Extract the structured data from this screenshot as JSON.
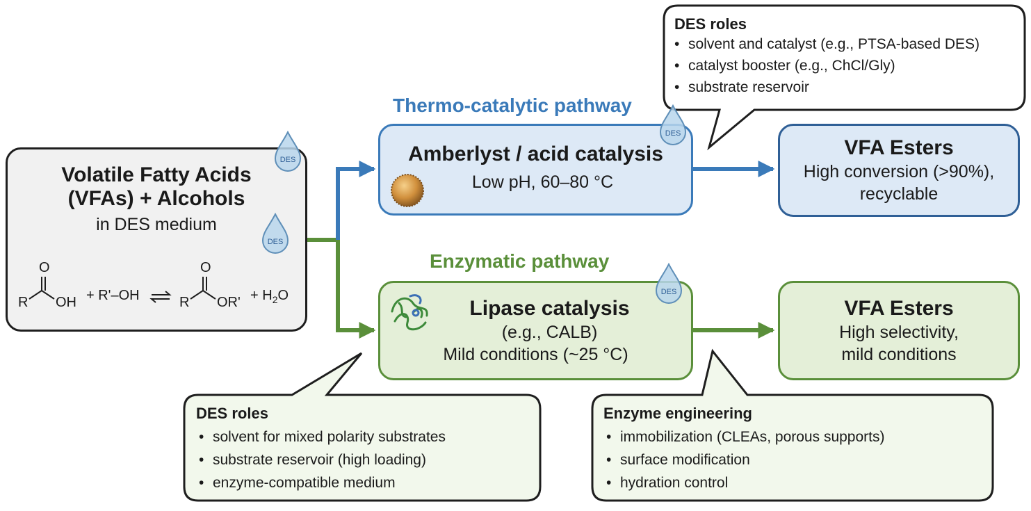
{
  "source": {
    "title_line1": "Volatile Fatty Acids",
    "title_line2": "(VFAs) + Alcohols",
    "subtitle": "in DES medium",
    "reaction": {
      "r_left": "R",
      "o_left": "O",
      "oh_left": "OH",
      "plus1": "+ R'–OH",
      "r_right": "R",
      "o_right": "O",
      "or_right": "OR'",
      "plus2": "+ H",
      "sub2": "2",
      "o_water": "O"
    }
  },
  "thermo": {
    "label": "Thermo-catalytic pathway",
    "title": "Amberlyst / acid catalysis",
    "conditions": "Low pH, 60–80 °C",
    "product_title": "VFA Esters",
    "product_line1": "High conversion (>90%),",
    "product_line2": "recyclable"
  },
  "enzymatic": {
    "label": "Enzymatic pathway",
    "title": "Lipase catalysis",
    "example": "(e.g., CALB)",
    "conditions": "Mild conditions (~25 °C)",
    "product_title": "VFA Esters",
    "product_line1": "High selectivity,",
    "product_line2": "mild conditions"
  },
  "callout_top": {
    "title": "DES roles",
    "items": [
      "solvent and catalyst (e.g., PTSA-based DES)",
      "catalyst booster (e.g., ChCl/Gly)",
      "substrate reservoir"
    ]
  },
  "callout_bottom_left": {
    "title": "DES roles",
    "items": [
      "solvent for mixed polarity substrates",
      "substrate reservoir (high loading)",
      "enzyme-compatible medium"
    ]
  },
  "callout_bottom_right": {
    "title": "Enzyme engineering",
    "items": [
      "immobilization (CLEAs, porous supports)",
      "surface modification",
      "hydration control"
    ]
  },
  "drop_label": "DES",
  "colors": {
    "blue": "#3a7ab9",
    "blue_fill": "#dde9f6",
    "green": "#5a8f3a",
    "green_fill": "#e4efd8",
    "gray_fill": "#f1f1f1",
    "callout_fill": "#f2f8ec",
    "dark": "#1e1e1e"
  },
  "icons": [
    "water-drop-icon",
    "catalyst-bead-icon",
    "enzyme-protein-icon"
  ]
}
